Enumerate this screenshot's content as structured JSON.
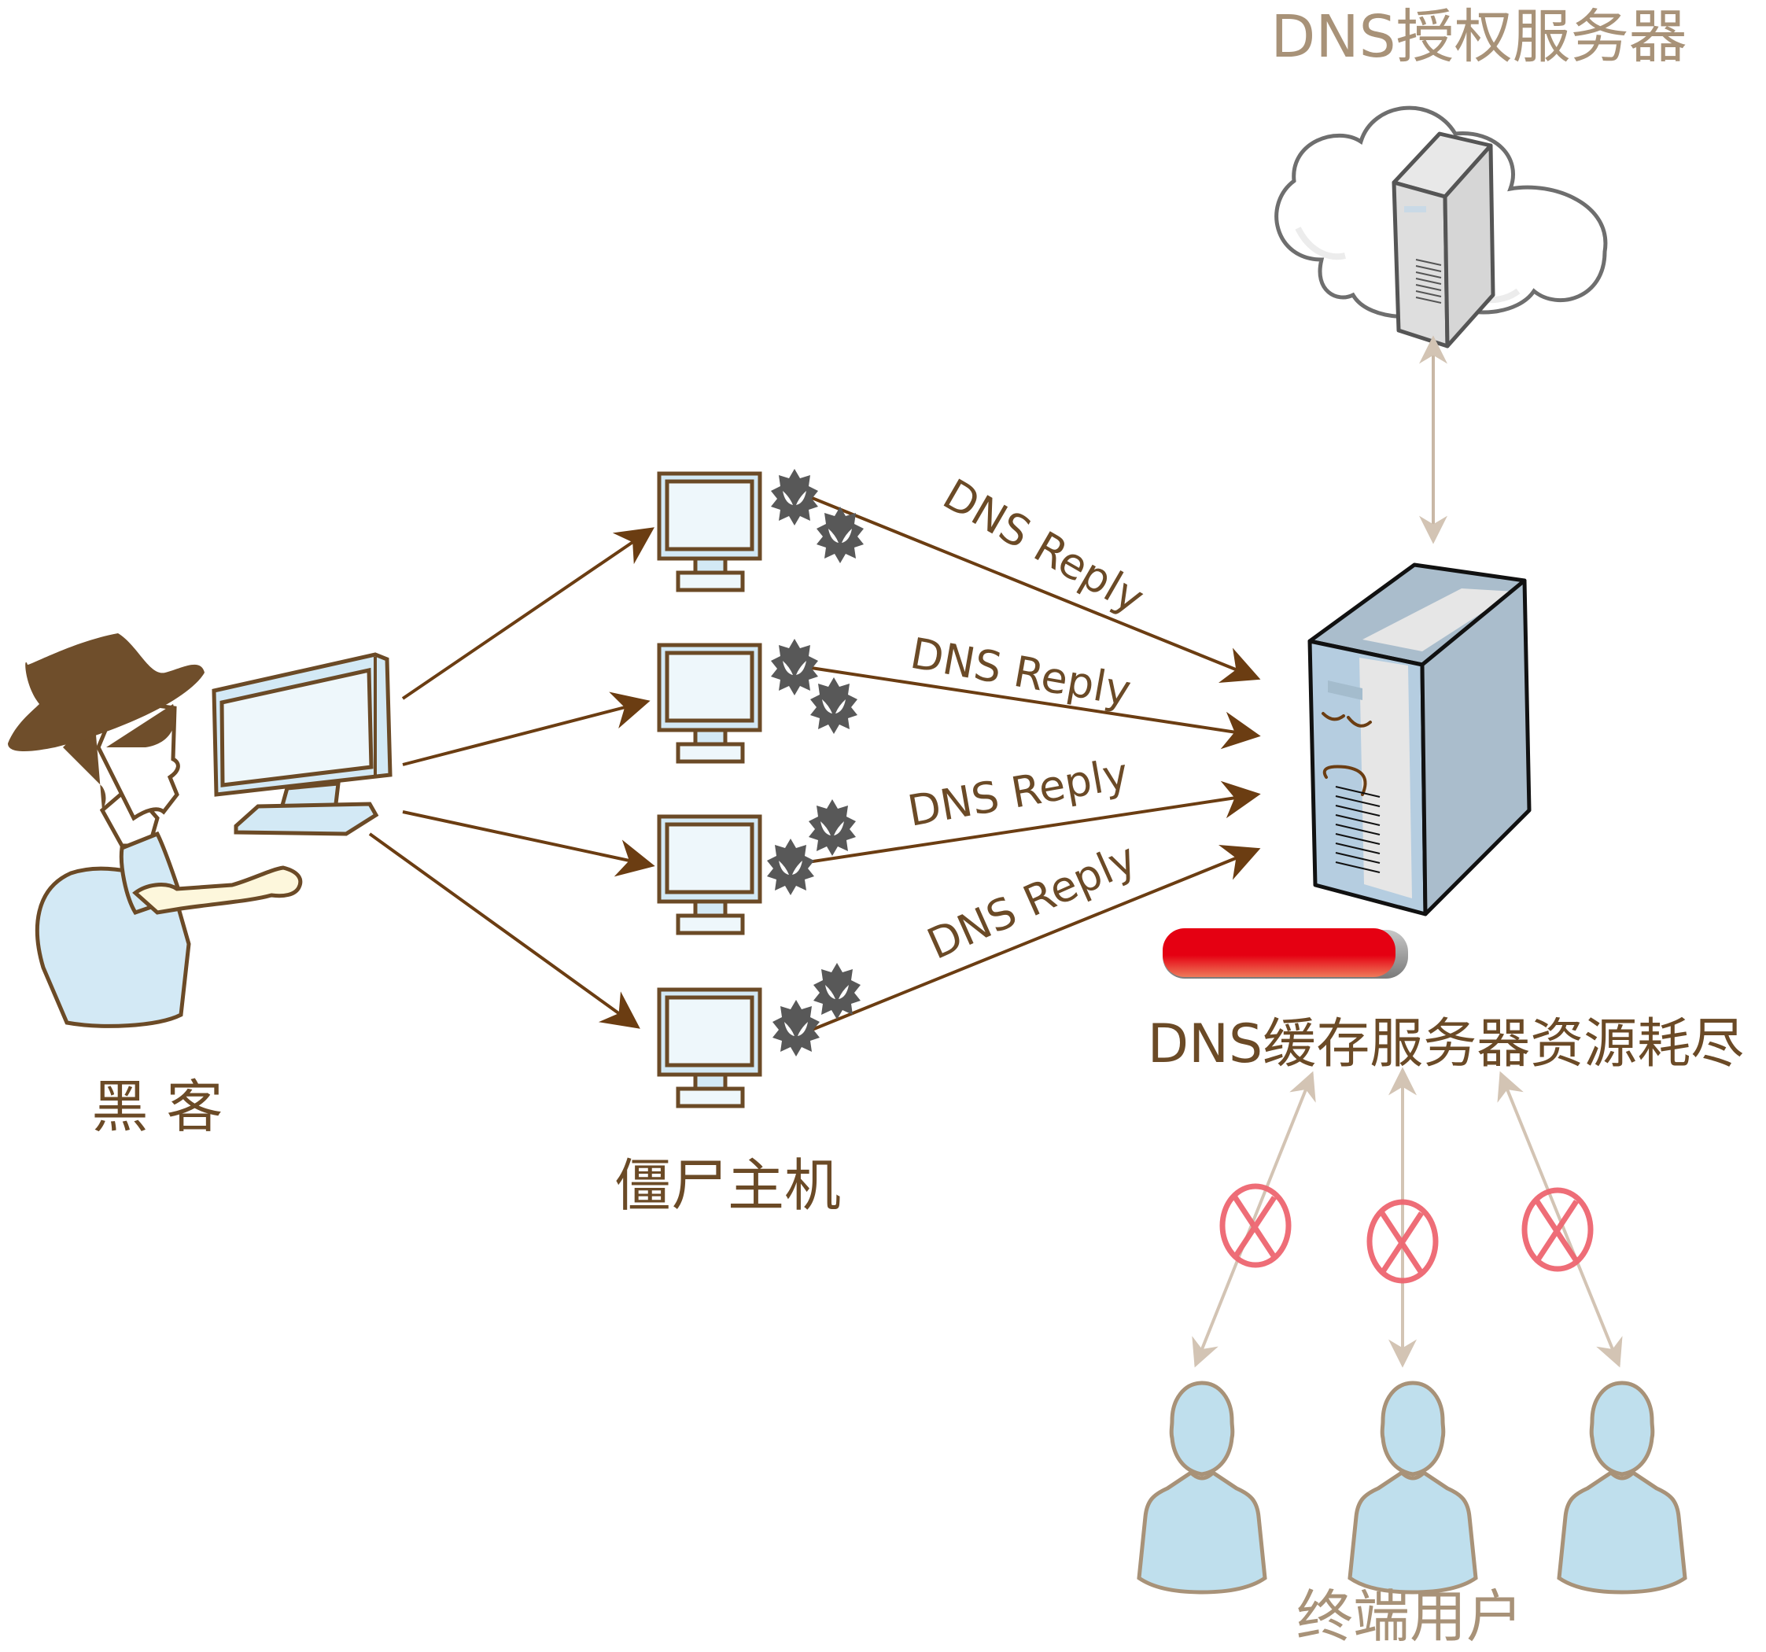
{
  "labels": {
    "auth_server": "DNS授权服务器",
    "hacker": "黑 客",
    "zombies": "僵尸主机",
    "cache_server": "DNS缓存服务器资源耗尽",
    "end_users": "终端用户"
  },
  "replies": [
    "DNS Reply",
    "DNS Reply",
    "DNS Reply",
    "DNS Reply"
  ],
  "colors": {
    "brown": "#6b4a26",
    "arrow_brown": "#6b3d12",
    "tan": "#a89278",
    "light_arrow": "#d3c4b4",
    "monitor_fill": "#d3e9f5",
    "screen_fill": "#eef7fb",
    "zombie": "#585858",
    "server_blue": "#aabdcc",
    "red_bar": "#e50012",
    "block_red": "#ee6670",
    "user_fill": "#bfdfed"
  },
  "cache_server_load": 0.95
}
